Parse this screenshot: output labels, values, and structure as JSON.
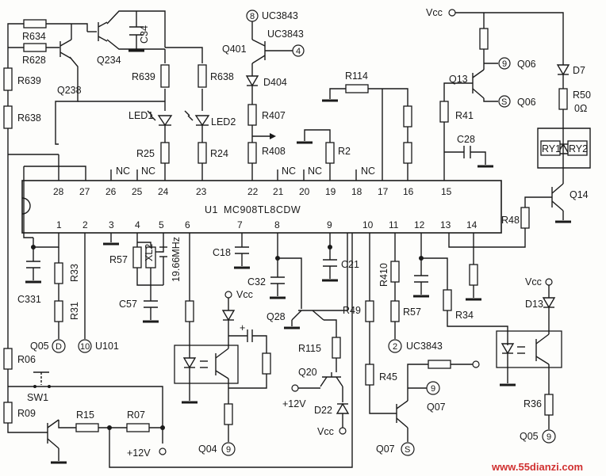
{
  "ic": {
    "ref": "U1",
    "part": "MC908TL8CDW"
  },
  "pins_top": [
    "28",
    "27",
    "26",
    "25",
    "24",
    "23",
    "22",
    "21",
    "20",
    "19",
    "18",
    "17",
    "16",
    "15"
  ],
  "pins_bottom": [
    "1",
    "2",
    "3",
    "4",
    "5",
    "6",
    "7",
    "8",
    "9",
    "10",
    "11",
    "12",
    "13",
    "14"
  ],
  "nc": [
    "NC",
    "NC",
    "NC",
    "NC",
    "NC"
  ],
  "resistors": {
    "r634": "R634",
    "r628": "R628",
    "r639a": "R639",
    "r638a": "R638",
    "r639b": "R639",
    "r638b": "R638",
    "r25": "R25",
    "r24": "R24",
    "r407": "R407",
    "r408": "R408",
    "r114": "R114",
    "r2": "R2",
    "r41": "R41",
    "r50": "R50",
    "r50val": "0Ω",
    "r48": "R48",
    "r57a": "R57",
    "r33": "R33",
    "r31": "R31",
    "r410": "R410",
    "r57b": "R57",
    "r49": "R49",
    "r34": "R34",
    "r45": "R45",
    "r115": "R115",
    "r06": "R06",
    "r09": "R09",
    "r15": "R15",
    "r07": "R07",
    "r36": "R36"
  },
  "capacitors": {
    "c34": "C34",
    "c28": "C28",
    "c18": "C18",
    "c32": "C32",
    "c21": "C21",
    "c57": "C57",
    "c331": "C331"
  },
  "transistors": {
    "q238": "Q238",
    "q234": "Q234",
    "q401": "Q401",
    "q13": "Q13",
    "q14": "Q14",
    "q28": "Q28",
    "q20": "Q20",
    "q07": "Q07"
  },
  "diodes": {
    "d404": "D404",
    "d7": "D7",
    "d13": "D13",
    "d22": "D22",
    "led1": "LED1",
    "led2": "LED2"
  },
  "relays": {
    "ry1": "RY1",
    "ry2": "RY2"
  },
  "crystal": {
    "ref": "XL2",
    "freq": "19.66MHz"
  },
  "switch": "SW1",
  "supply": {
    "vcc": "Vcc",
    "v12": "+12V"
  },
  "uc": "UC3843",
  "u101": "U101",
  "conn": {
    "q06a": "Q06",
    "q06b": "Q06",
    "q05a": "Q05",
    "q05b": "Q05",
    "q04": "Q04",
    "q07a": "Q07",
    "q07b": "Q07"
  },
  "markers": {
    "m8": "8",
    "m4": "4",
    "m9a": "9",
    "mS1": "S",
    "mD": "D",
    "m10": "10",
    "m2": "2",
    "m9b": "9",
    "m9c": "9",
    "mS2": "S",
    "m9d": "9"
  },
  "watermark": "www.55dianzi.com"
}
